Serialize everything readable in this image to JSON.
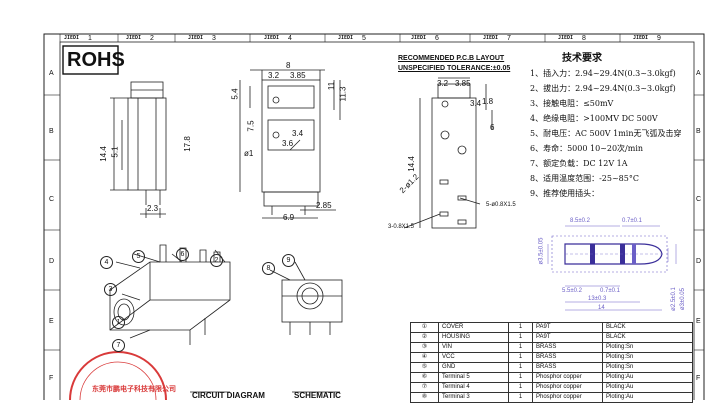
{
  "border": {
    "columns": [
      "1",
      "2",
      "3",
      "4",
      "5",
      "6",
      "7",
      "8",
      "9"
    ],
    "rows": [
      "A",
      "B",
      "C",
      "D",
      "E",
      "F"
    ],
    "zone_mark": "JIEDI"
  },
  "rohs": "ROHS",
  "pcb": {
    "title": "RECOMMENDED P.C.B LAYOUT",
    "tolerance": "UNSPECIFIED TOLERANCE:±0.05",
    "dims": [
      "3.2",
      "3.85",
      "3.4",
      "1.8",
      "6",
      "2-ø1.2",
      "14.4",
      "5-ø0.8X1.5",
      "3-0.8X1.5"
    ]
  },
  "specs": {
    "title": "技术要求",
    "items": [
      "1、插入力：2.94~29.4N(0.3~3.0kgf)",
      "2、拔出力：2.94~29.4N(0.3~3.0kgf)",
      "3、接触电阻：≤50mV",
      "4、绝缘电阻：>100MV  DC  500V",
      "5、耐电压：AC  500V  1min无飞弧及击穿",
      "6、寿命：5000 10~20次/min",
      "7、额定负载：DC  12V  1A",
      "8、适用温度范围：-25~85°C",
      "9、推荐使用插头："
    ]
  },
  "side_view": {
    "dims": [
      "14.4",
      "5.1",
      "2.3"
    ]
  },
  "front_view": {
    "dims": [
      "8",
      "3.2",
      "3.85",
      "11",
      "11.3",
      "5.4",
      "7.5",
      "17.8",
      "ø1",
      "3.4",
      "3.6",
      "2.85",
      "6.9"
    ]
  },
  "iso_view": {
    "callouts": [
      "5",
      "4",
      "3",
      "6",
      "2",
      "7",
      "1"
    ]
  },
  "bottom_view": {
    "callouts": [
      "8",
      "9"
    ]
  },
  "plug": {
    "dims": [
      "8.5±0.2",
      "0.7±0.1",
      "ø3.5±0.05",
      "5.5±0.2",
      "0.7±0.1",
      "13±0.3",
      "14",
      "ø2.5±0.1",
      "ø3±0.05"
    ]
  },
  "labels": {
    "circuit": "CIRCUIT DIAGRAM",
    "schematic": "SCHEMATIC",
    "stamp": "东莞市鹏电子科技有限公司"
  },
  "bom": [
    {
      "no": "①",
      "name": "COVER",
      "qty": "1",
      "material": "PA9T",
      "finish": "BLACK"
    },
    {
      "no": "②",
      "name": "HOUSING",
      "qty": "1",
      "material": "PA9T",
      "finish": "BLACK"
    },
    {
      "no": "③",
      "name": "VIN",
      "qty": "1",
      "material": "BRASS",
      "finish": "Ploting:Sn"
    },
    {
      "no": "④",
      "name": "VCC",
      "qty": "1",
      "material": "BRASS",
      "finish": "Ploting:Sn"
    },
    {
      "no": "⑤",
      "name": "GND",
      "qty": "1",
      "material": "BRASS",
      "finish": "Ploting:Sn"
    },
    {
      "no": "⑥",
      "name": "Terminal  5",
      "qty": "1",
      "material": "Phosphor  copper",
      "finish": "Ploting:Au"
    },
    {
      "no": "⑦",
      "name": "Terminal  4",
      "qty": "1",
      "material": "Phosphor  copper",
      "finish": "Ploting:Au"
    },
    {
      "no": "⑧",
      "name": "Terminal  3",
      "qty": "1",
      "material": "Phosphor  copper",
      "finish": "Ploting:Au"
    }
  ],
  "colors": {
    "plug_blue": "#6b5fc7",
    "plug_ring": "#3b2f9a",
    "stamp_red": "#d93a3a",
    "line": "#222222"
  }
}
